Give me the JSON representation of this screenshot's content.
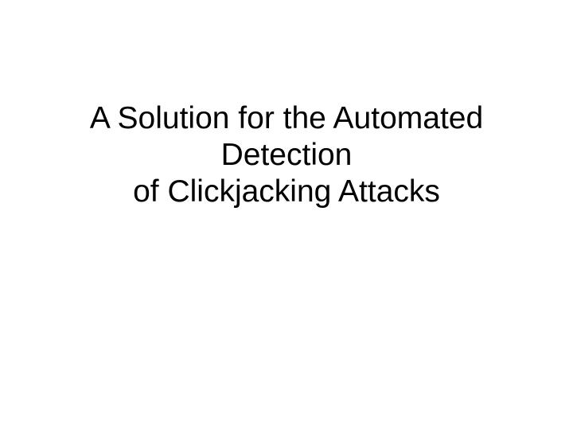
{
  "slide": {
    "title_lines": [
      "A Solution for the Automated",
      "Detection",
      "of Clickjacking Attacks"
    ]
  }
}
